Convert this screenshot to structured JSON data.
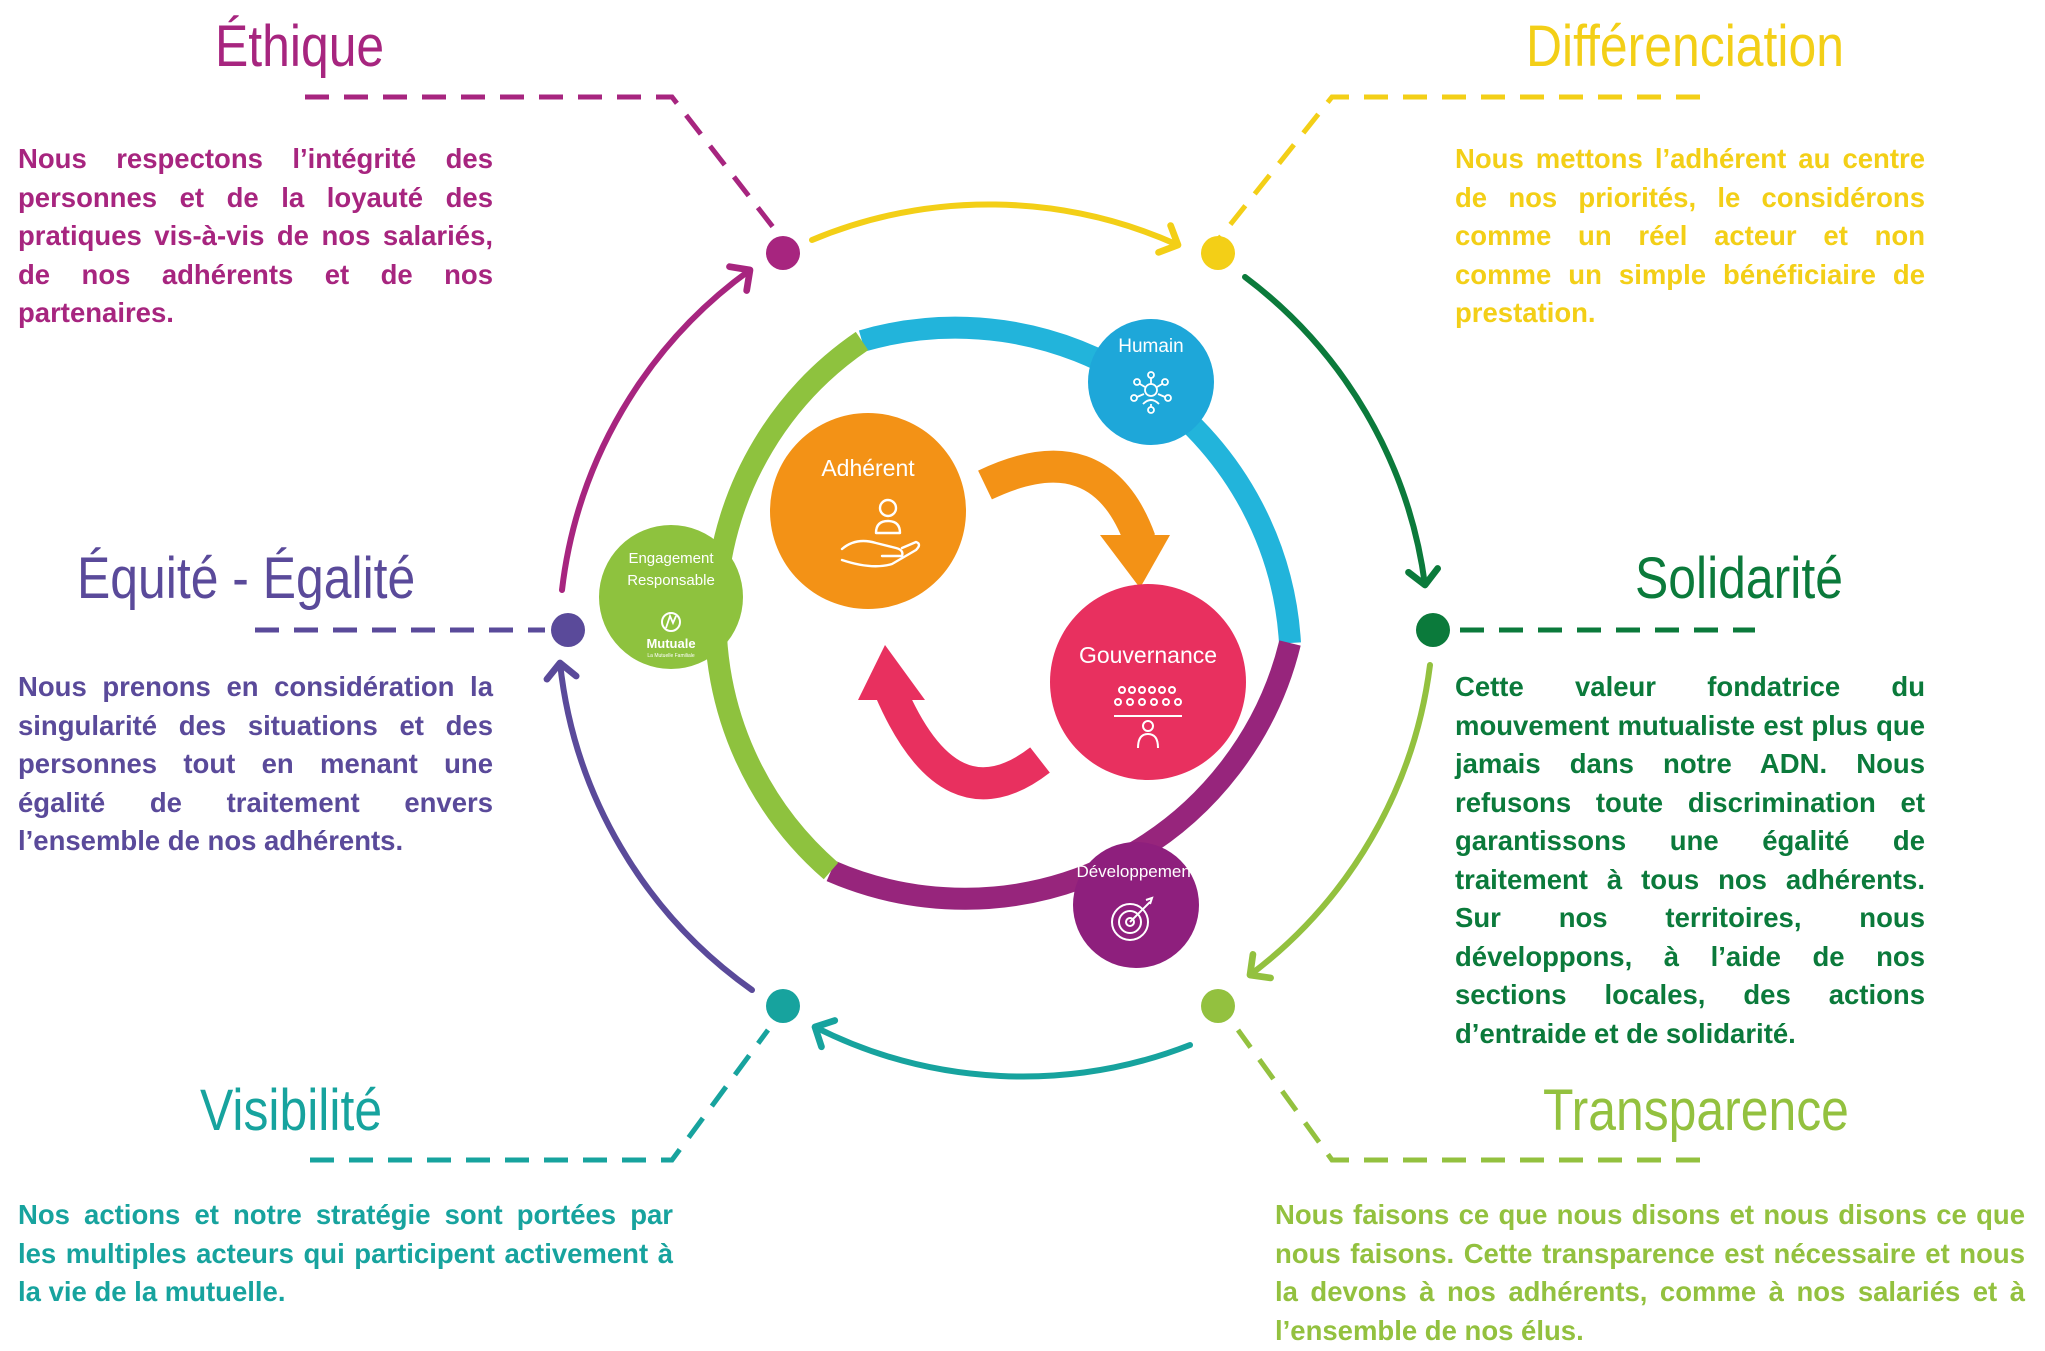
{
  "colors": {
    "ethique": "#a7257f",
    "differenciation": "#f3cf17",
    "equite": "#5a4a9a",
    "solidarite": "#0b7a3b",
    "visibilite": "#17a39e",
    "transparence": "#93c13f",
    "ring_blue": "#22b4db",
    "ring_purple": "#97257c",
    "ring_green": "#8ec23e",
    "adherent": "#f39216",
    "gouvernance": "#e8305f",
    "humain": "#1ea7d9",
    "developpement": "#8e1f7d",
    "engagement": "#8ec23e"
  },
  "values": {
    "ethique": {
      "title": "Éthique",
      "text": "Nous respectons l’intégrité des personnes et de la loyauté des pratiques vis-à-vis de nos salariés, de nos adhérents et de nos partenaires."
    },
    "differenciation": {
      "title": "Différenciation",
      "text": "Nous mettons l’adhérent au centre de nos priorités, le considérons comme un réel acteur et non comme un simple bénéficiaire de prestation."
    },
    "equite": {
      "title": "Équité - Égalité",
      "text": "Nous prenons en considération la singularité des situations et des personnes tout en menant une égalité de traitement envers l’ensemble de nos adhérents."
    },
    "solidarite": {
      "title": "Solidarité",
      "text": "Cette valeur fondatrice du mouvement mutualiste est plus que jamais dans notre ADN. Nous refusons toute discrimination et garantissons une égalité de traitement à tous nos adhérents. Sur nos territoires, nous développons, à l’aide de nos sections locales, des actions d’entraide et de solidarité."
    },
    "visibilite": {
      "title": "Visibilité",
      "text": "Nos actions et notre stratégie sont portées par les multiples acteurs qui participent activement à la vie de la mutuelle."
    },
    "transparence": {
      "title": "Transparence",
      "text": "Nous faisons ce que nous disons et nous disons ce que nous faisons. Cette transparence est nécessaire et nous la devons à nos adhérents, comme à nos salariés et à l’ensemble de nos élus."
    }
  },
  "center": {
    "adherent": {
      "label": "Adhérent",
      "icon": "hand-person-icon"
    },
    "gouvernance": {
      "label": "Gouvernance",
      "icon": "assembly-icon"
    }
  },
  "ring": {
    "humain": {
      "label": "Humain",
      "icon": "network-icon"
    },
    "developpement": {
      "label": "Développement",
      "icon": "target-icon"
    },
    "engagement": {
      "label_line1": "Engagement",
      "label_line2": "Responsable",
      "logo_text": "Mutuale",
      "logo_sub": "La Mutuelle Familiale",
      "icon": "mutuale-logo"
    }
  }
}
